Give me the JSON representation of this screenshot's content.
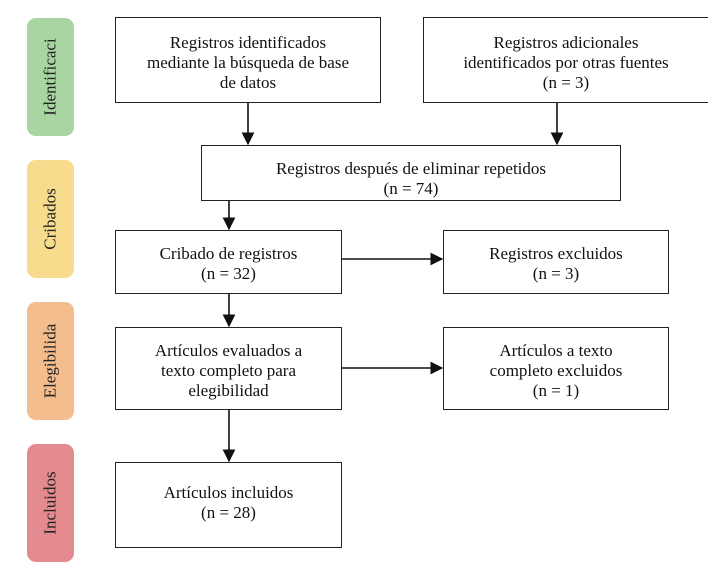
{
  "stages": [
    {
      "id": "identificacion",
      "label": "Identificaci",
      "color": "#a8d5a2"
    },
    {
      "id": "cribados",
      "label": "Cribados",
      "color": "#f7dc8e"
    },
    {
      "id": "elegibilidad",
      "label": "Elegibilida",
      "color": "#f4bd8d"
    },
    {
      "id": "incluidos",
      "label": "Incluidos",
      "color": "#e48b90"
    }
  ],
  "boxes": {
    "db_records": {
      "lines": [
        "Registros identificados",
        "mediante la búsqueda de base",
        "de datos"
      ]
    },
    "other_records": {
      "lines": [
        "Registros adicionales",
        "identificados por otras fuentes",
        "(n = 3)"
      ]
    },
    "dedup": {
      "lines": [
        "Registros después de eliminar repetidos",
        "(n = 74)"
      ]
    },
    "screening": {
      "lines": [
        "Cribado de registros",
        "(n = 32)"
      ]
    },
    "excluded": {
      "lines": [
        "Registros excluidos",
        "(n = 3)"
      ]
    },
    "fulltext": {
      "lines": [
        "Artículos evaluados a",
        "texto completo para",
        "elegibilidad"
      ]
    },
    "fulltext_excluded": {
      "lines": [
        "Artículos a texto",
        "completo excluidos",
        "(n = 1)"
      ]
    },
    "included": {
      "lines": [
        "Artículos incluidos",
        "(n = 28)"
      ]
    }
  }
}
